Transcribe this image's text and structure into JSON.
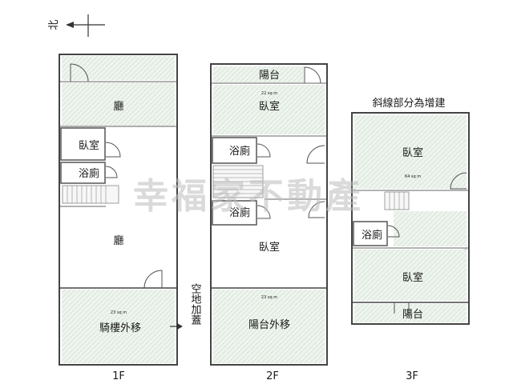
{
  "compass": {
    "label": "北"
  },
  "note": "斜線部分為增建",
  "watermark": "幸福家不動產",
  "annex": "空地加蓋",
  "floors": {
    "f1": {
      "name": "1F",
      "rooms": {
        "hall_top": "廳",
        "bedroom": "臥室",
        "bath": "浴廁",
        "hall_main": "廳",
        "arcade": "騎樓外移"
      },
      "areas": {
        "arcade": "23 sq m"
      }
    },
    "f2": {
      "name": "2F",
      "rooms": {
        "balcony_top": "陽台",
        "bedroom_front": "臥室",
        "bath_a": "浴廁",
        "bath_b": "浴廁",
        "bedroom_back": "臥室",
        "balcony_ext": "陽台外移"
      },
      "areas": {
        "bedroom_front": "22 sq m",
        "balcony_ext": "23 sq m"
      }
    },
    "f3": {
      "name": "3F",
      "rooms": {
        "bedroom_front": "臥室",
        "bath": "浴廁",
        "bedroom_back": "臥室",
        "balcony": "陽台"
      },
      "areas": {
        "bedroom_front": "64 sq m"
      }
    }
  },
  "colors": {
    "wall": "#444444",
    "addition": "#e3ede3",
    "watermark": "#bdbdbd"
  }
}
